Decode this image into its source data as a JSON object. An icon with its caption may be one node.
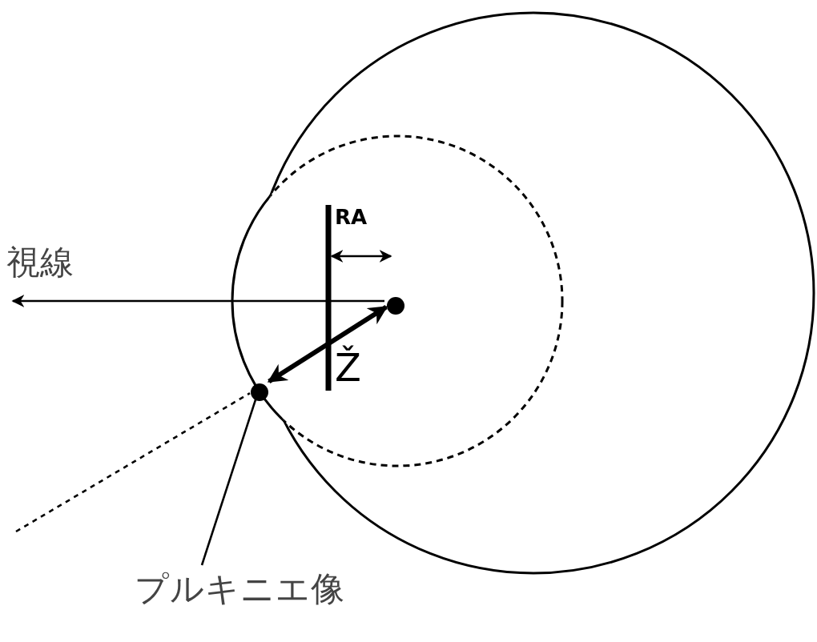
{
  "diagram": {
    "nodes": [
      {
        "text": [],
        "shape": "circle"
      },
      {
        "text": [],
        "shape": "circle"
      },
      {
        "text": [
          "プルキニエ像"
        ]
      }
    ],
    "edges": [
      {
        "from": 0,
        "to": null,
        "arrow": "to",
        "label": "視線"
      },
      {
        "from": 1,
        "to": 0,
        "arrow": "both",
        "style": "thick"
      },
      {
        "from": 2,
        "to": 1,
        "arrow": "none"
      },
      {
        "from": null,
        "to": 1,
        "arrow": "none",
        "style": "dashed"
      }
    ],
    "labels": [
      "RA",
      "Ž"
    ]
  }
}
